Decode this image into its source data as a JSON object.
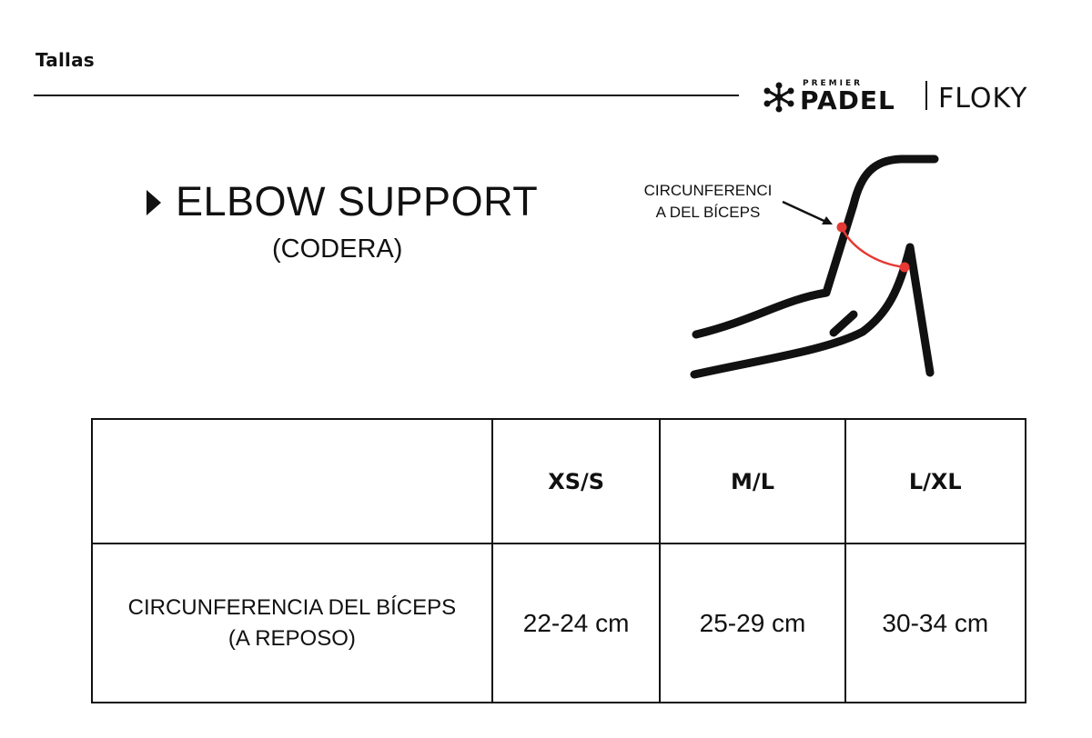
{
  "header": {
    "title": "Tallas"
  },
  "brand": {
    "premier": "PREMIER",
    "padel": "PADEL",
    "partner": "FLOKY"
  },
  "product": {
    "title": "ELBOW SUPPORT",
    "subtitle": "(CODERA)"
  },
  "diagram": {
    "label_line1": "CIRCUNFERENCI",
    "label_line2": "A DEL BÍCEPS",
    "accent_color": "#e53935"
  },
  "table": {
    "headers": [
      "",
      "XS/S",
      "M/L",
      "L/XL"
    ],
    "rows": [
      {
        "label_line1": "CIRCUNFERENCIA DEL BÍCEPS",
        "label_line2": "(A REPOSO)",
        "values": [
          "22-24 cm",
          "25-29 cm",
          "30-34 cm"
        ]
      }
    ]
  }
}
